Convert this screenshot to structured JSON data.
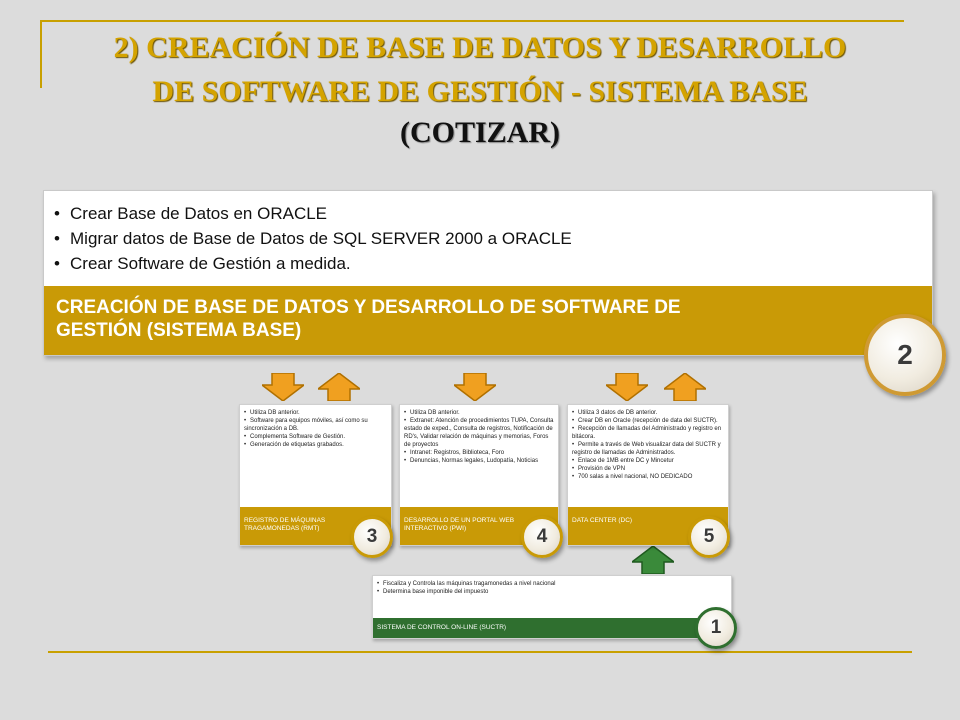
{
  "title": {
    "line1": "2) CREACIÓN DE BASE DE DATOS Y DESARROLLO",
    "line2": "DE SOFTWARE DE GESTIÓN - SISTEMA BASE",
    "line3": "(COTIZAR)"
  },
  "main": {
    "bullets": [
      "Crear Base de Datos en ORACLE",
      "Migrar datos de Base de Datos de SQL SERVER 2000 a ORACLE",
      "Crear Software de Gestión a medida."
    ],
    "heading": "CREACIÓN DE BASE DE DATOS Y DESARROLLO DE SOFTWARE DE GESTIÓN (SISTEMA BASE)",
    "number": "2"
  },
  "modules": [
    {
      "bullets": [
        "Utiliza DB anterior.",
        "Software para equipos móviles, así como su sincronización a DB.",
        "Complementa Software de Gestión.",
        "Generación de etiquetas grabados."
      ],
      "label": "REGISTRO DE MÁQUINAS TRAGAMONEDAS (RMT)",
      "number": "3"
    },
    {
      "bullets": [
        "Utiliza DB anterior.",
        "Extranet: Atención de procedimientos TUPA, Consulta estado de exped., Consulta de registros, Notificación de RD's, Validar relación de máquinas y memorias, Foros de proyectos",
        "Intranet: Registros, Biblioteca, Foro",
        "Denuncias, Normas legales, Ludopatía, Noticias"
      ],
      "label": "DESARROLLO DE UN PORTAL WEB INTERACTIVO (PWI)",
      "number": "4"
    },
    {
      "bullets": [
        "Utiliza 3 datos de DB anterior.",
        "Crear DB en Oracle (recepción de data del SUCTR).",
        "Recepción de llamadas del Administrado y registro en bitácora.",
        "Permite a través de Web visualizar data del SUCTR y registro de llamadas de Administrados.",
        "Enlace de 1MB entre DC y Mincetur",
        "Provisión de VPN",
        "700 salas a nivel nacional, NO DEDICADO"
      ],
      "label": "DATA CENTER (DC)",
      "number": "5"
    },
    {
      "bullets": [
        "Fiscaliza y Controla las máquinas tragamonedas a nivel nacional",
        "Determina base imponible del impuesto"
      ],
      "label": "SISTEMA DE CONTROL ON-LINE (SUCTR)",
      "number": "1"
    }
  ],
  "colors": {
    "gold": "#c99a06",
    "title_gold": "#d4a300",
    "green": "#2f6f2f",
    "arrow_orange": "#f0a020"
  }
}
